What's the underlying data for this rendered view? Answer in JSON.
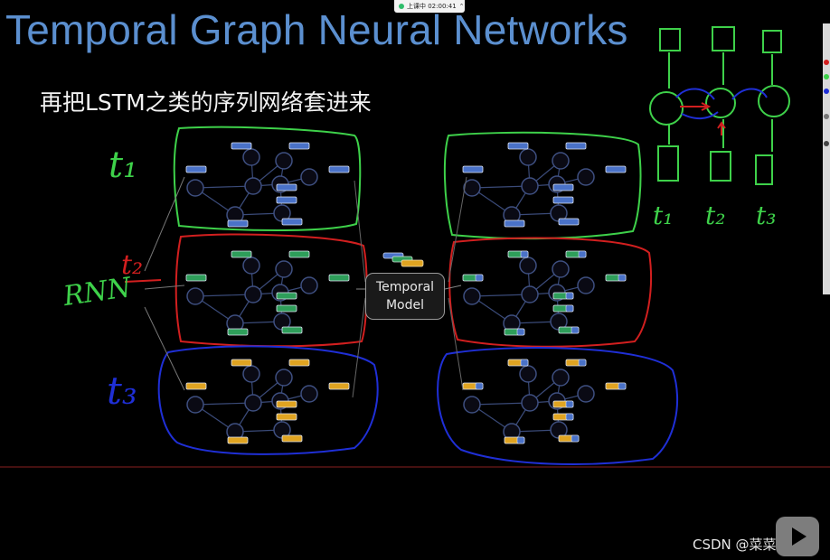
{
  "header": {
    "title": "Temporal Graph Neural Networks",
    "subtitle": "再把LSTM之类的序列网络套进来"
  },
  "recording": {
    "label": "上课中 02:00:41"
  },
  "diagram": {
    "temporal_model_line1": "Temporal",
    "temporal_model_line2": "Model"
  },
  "handwriting": {
    "t1_left": "t₁",
    "t2_left": "t₂",
    "t3_left": "t₃",
    "rnn_left": "RNN",
    "lstm_t1": "t₁",
    "lstm_t2": "t₂",
    "lstm_t3": "t₃"
  },
  "colors": {
    "title": "#5b8fcf",
    "green_ink": "#3ed14a",
    "red_ink": "#d21f1f",
    "blue_ink": "#1f2fd6",
    "node_blue": "#4a72c8",
    "node_green": "#2e9e5a",
    "node_yellow": "#e0a421"
  },
  "footer": {
    "watermark": "CSDN @菜菜小堡"
  }
}
